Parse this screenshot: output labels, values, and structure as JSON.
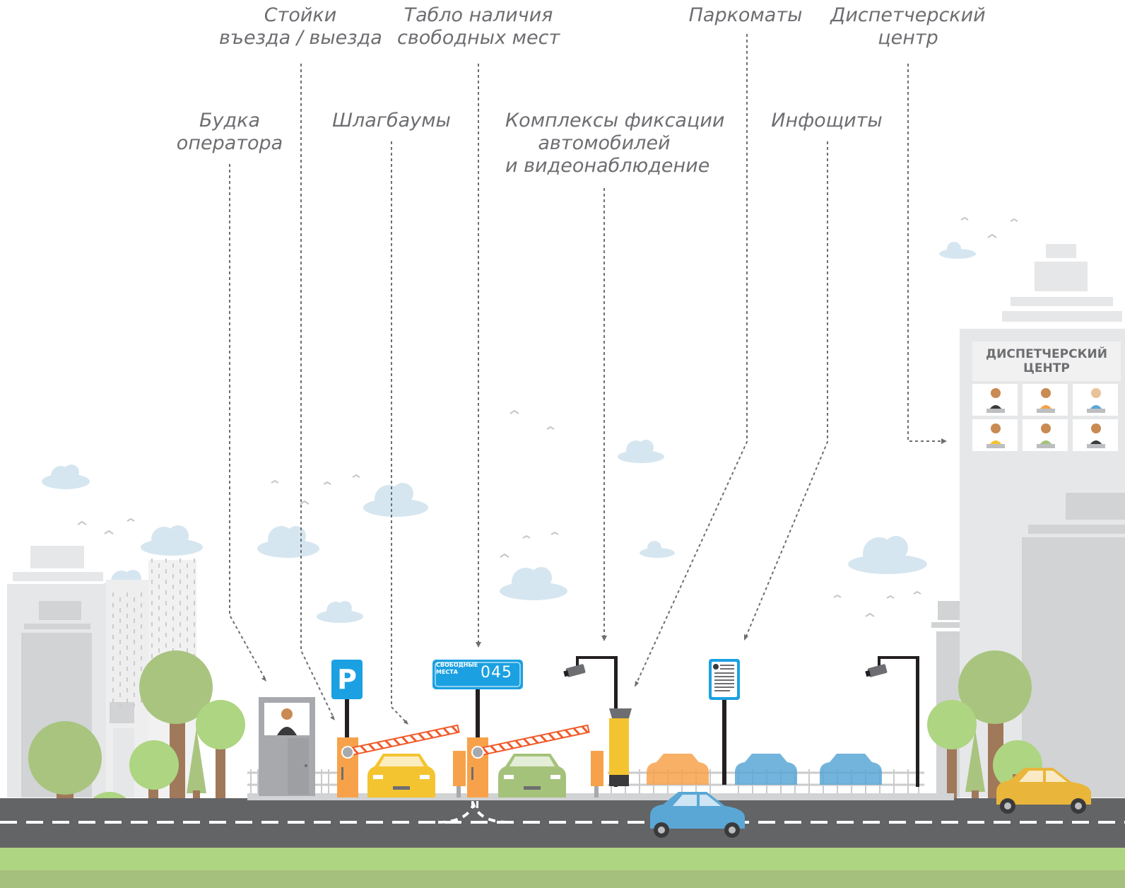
{
  "labels": {
    "entry_stands": [
      "Стойки",
      "въезда / выезда"
    ],
    "free_spaces_board": [
      "Табло наличия",
      "свободных мест"
    ],
    "parking_meters": [
      "Паркоматы"
    ],
    "dispatch_center": [
      "Диспетчерский",
      "центр"
    ],
    "operator_booth": [
      "Будка",
      "оператора"
    ],
    "barriers": [
      "Шлагбаумы"
    ],
    "vehicle_recording": [
      "Комплексы фиксации",
      "автомобилей",
      "и видеонаблюдение"
    ],
    "info_boards": [
      "Инфощиты"
    ]
  },
  "dispatch_building": {
    "sign": [
      "ДИСПЕТЧЕРСКИЙ",
      "ЦЕНТР"
    ]
  },
  "free_board": {
    "caption": [
      "СВОБОДНЫЕ",
      "МЕСТА"
    ],
    "count": "045"
  },
  "parking_sign": "P",
  "colors": {
    "label_text": "#6d6e71",
    "leader_line": "#6d6e71",
    "sign_blue": "#1ba1e2",
    "barrier_orange": "#f7a24b",
    "road": "#636466",
    "grass_light": "#aed581",
    "grass_dark": "#a5bf7c",
    "building_gray": "#e6e7e8",
    "tree_green": "#a9c47f",
    "cloud": "#d6e6f0",
    "car_yellow": "#f4c430",
    "car_green": "#a5c27a",
    "car_blue": "#5aa7d6"
  }
}
